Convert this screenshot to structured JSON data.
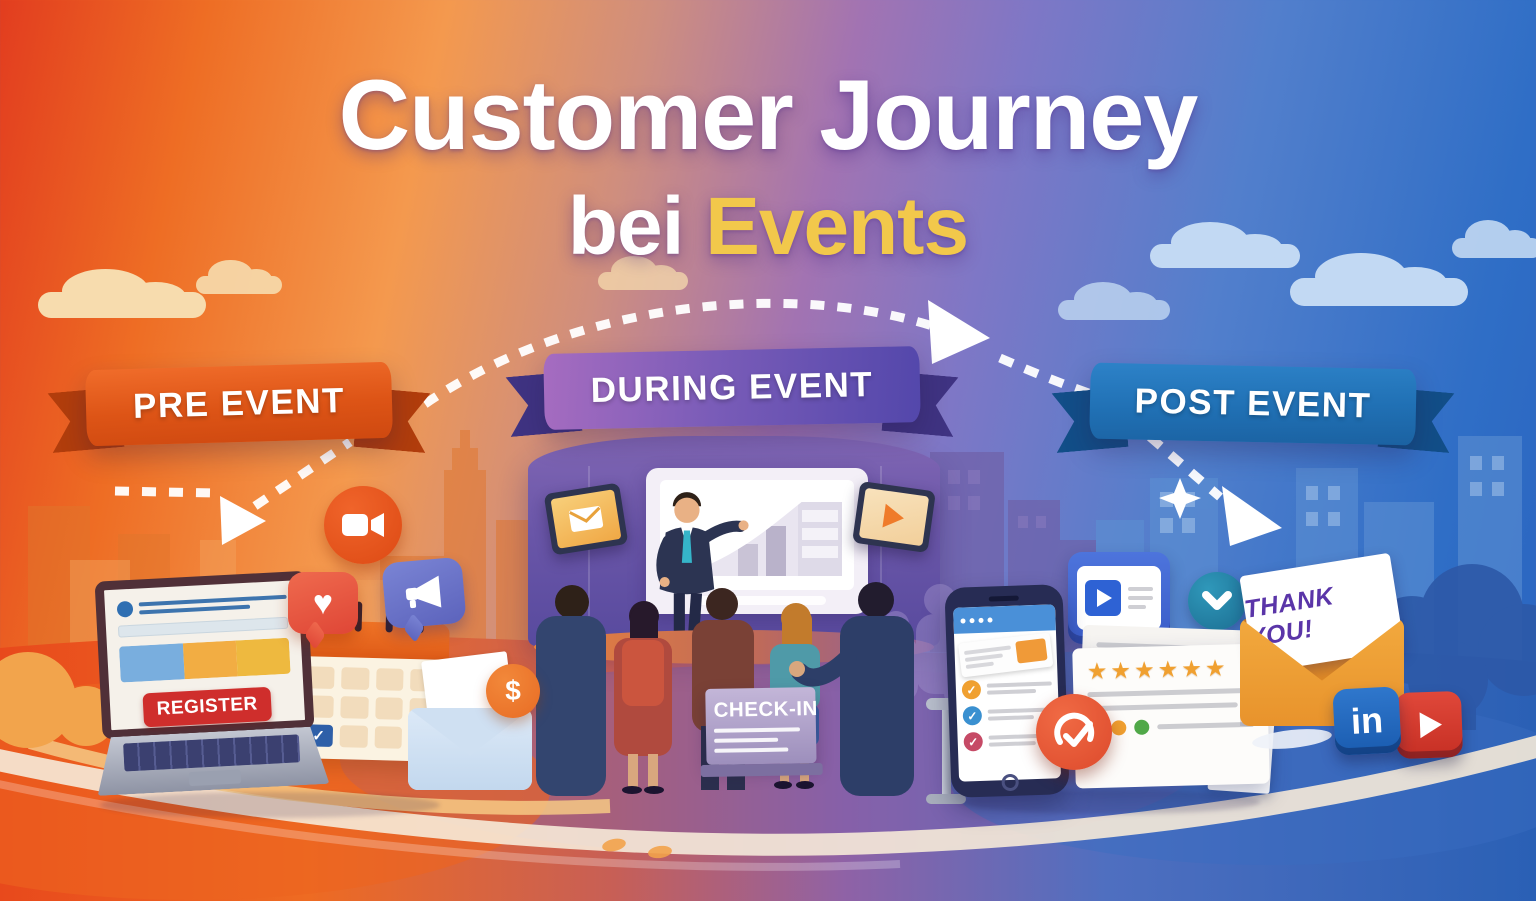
{
  "title": {
    "line1": "Customer Journey",
    "line2_prefix": "bei",
    "line2_highlight": "Events"
  },
  "stages": [
    {
      "id": "pre",
      "label": "PRE EVENT",
      "ribbon_color": "#dd5416"
    },
    {
      "id": "during",
      "label": "DURING EVENT",
      "ribbon_color": "#7a5cb8"
    },
    {
      "id": "post",
      "label": "POST EVENT",
      "ribbon_color": "#2070b4"
    }
  ],
  "pre_event": {
    "register_label": "REGISTER",
    "price_badge": "$"
  },
  "during_event": {
    "checkin_label": "CHECK-IN"
  },
  "post_event": {
    "thank_you_label": "THANK YOU!",
    "stars_text": "★★★★★★",
    "social": {
      "linkedin_label": "in"
    }
  },
  "icons": {
    "heart-icon": "♥",
    "check-icon": "✓",
    "star-icon": "★",
    "dollar-icon": "$",
    "video-camera-icon": "css-shape",
    "megaphone-icon": "css-shape",
    "play-icon": "css-triangle",
    "chevron-down-icon": "css-shape",
    "envelope-icon": "css-shape",
    "gauge-check-icon": "css-shape"
  },
  "colors": {
    "accent_gold": "#f2c84b",
    "pre_orange": "#dd5416",
    "during_purple": "#7a5cb8",
    "post_blue": "#2070b4",
    "register_red": "#cf2e2c"
  }
}
